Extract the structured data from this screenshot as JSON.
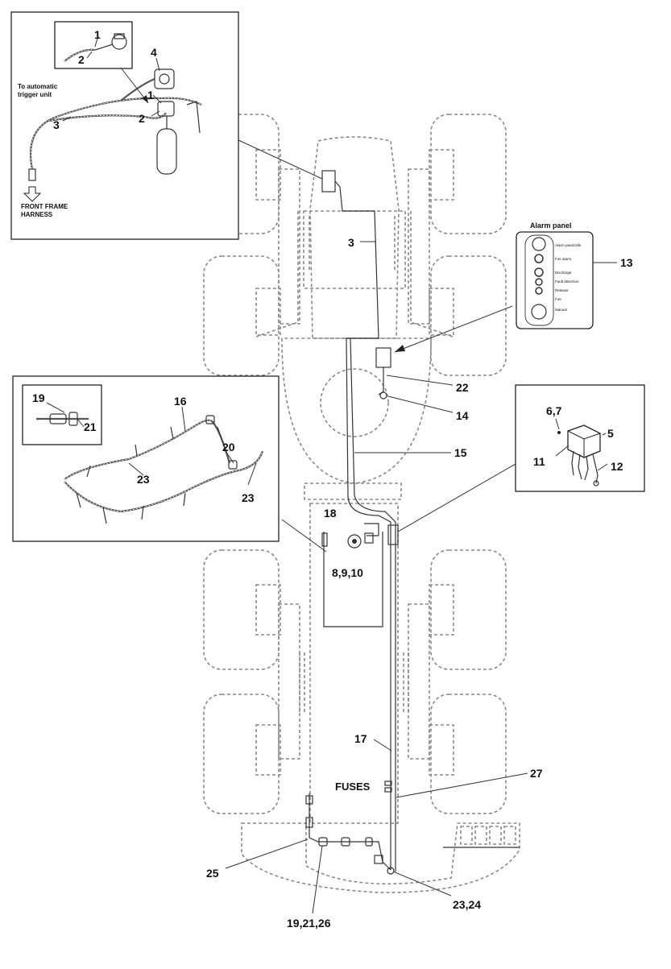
{
  "diagram": {
    "inset_top": {
      "note_trigger": "To automatic\ntrigger unit",
      "note_harness": "FRONT FRAME\nHARNESS",
      "labels": [
        "1",
        "2",
        "4",
        "1",
        "2",
        "3"
      ]
    },
    "alarm_panel": {
      "title": "Alarm panel",
      "rows": [
        "Alarm panel title",
        "Fire alarm",
        "Discharge",
        "Fault detection",
        "Release",
        "Fire",
        "Manual"
      ]
    },
    "labels": {
      "l3": "3",
      "l13": "13",
      "l22": "22",
      "l14": "14",
      "l15": "15",
      "l16": "16",
      "l19": "19",
      "l21": "21",
      "l20": "20",
      "l23a": "23",
      "l23b": "23",
      "l67": "6,7",
      "l5": "5",
      "l11": "11",
      "l12": "12",
      "l18": "18",
      "l8910": "8,9,10",
      "l17": "17",
      "fuses": "FUSES",
      "l27": "27",
      "l25": "25",
      "l192126": "19,21,26",
      "l2324": "23,24"
    }
  }
}
